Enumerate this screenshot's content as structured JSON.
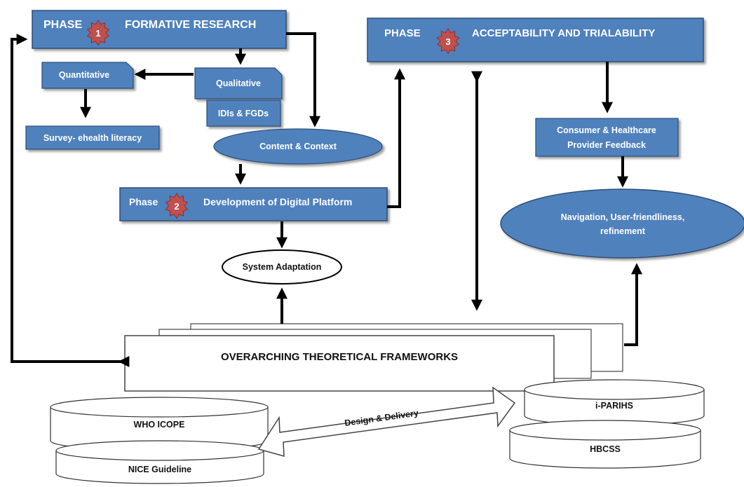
{
  "phase1": {
    "word": "PHASE",
    "number": "1",
    "title": "FORMATIVE RESEARCH"
  },
  "quantitative": "Quantitative",
  "qualitative": "Qualitative",
  "idis_fgds": "IDIs & FGDs",
  "survey": "Survey- ehealth literacy",
  "content_context": "Content & Context",
  "phase2": {
    "word": "Phase",
    "number": "2",
    "title": "Development of Digital Platform"
  },
  "system_adaptation": "System Adaptation",
  "phase3": {
    "word": "PHASE",
    "number": "3",
    "title": "ACCEPTABILITY AND TRIALABILITY"
  },
  "feedback": {
    "line1": "Consumer & Healthcare",
    "line2": "Provider Feedback"
  },
  "navigation": {
    "line1": "Navigation, User-friendliness,",
    "line2": "refinement"
  },
  "frameworks": "OVERARCHING THEORETICAL FRAMEWORKS",
  "who_icope": "WHO ICOPE",
  "nice_guideline": "NICE Guideline",
  "i_parihs": "i-PARIHS",
  "hbcss": "HBCSS",
  "design_delivery": "Design & Delivery",
  "colors": {
    "box_fill": "#4f81bd",
    "box_border": "#2c4d75",
    "badge": "#c0504d",
    "arrow": "#000000"
  }
}
